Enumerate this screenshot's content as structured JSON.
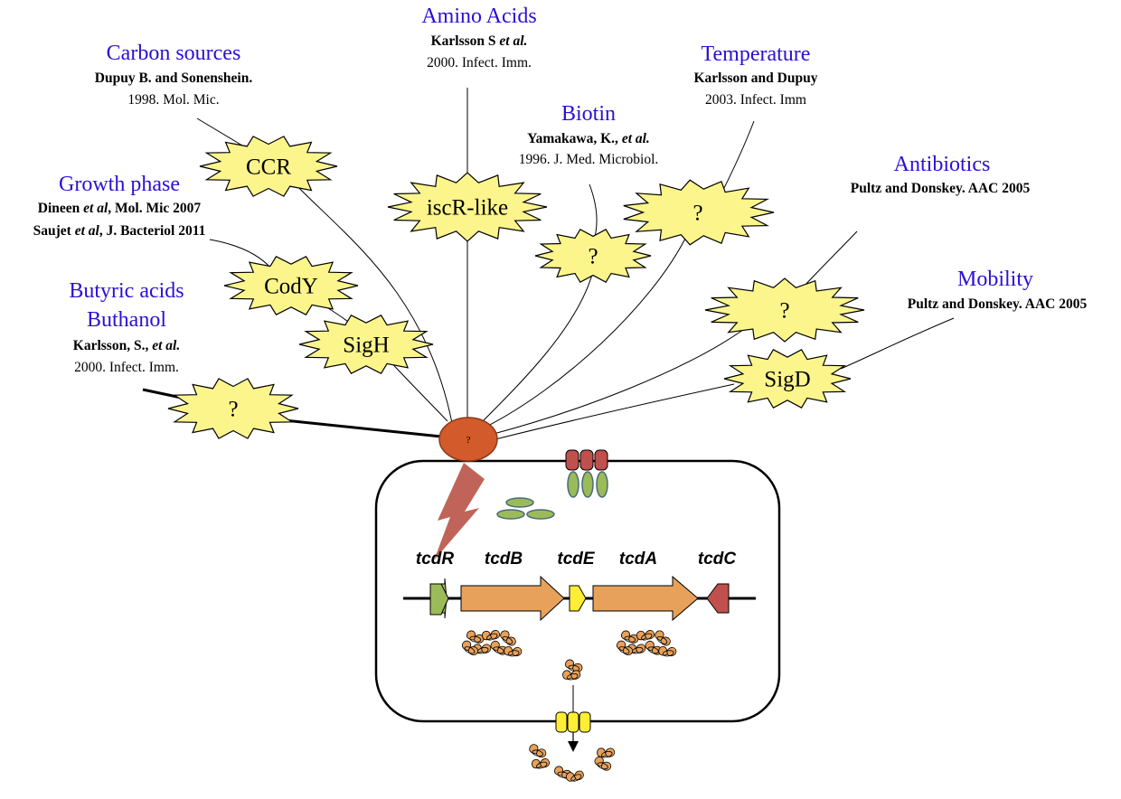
{
  "factors": {
    "amino_acids": {
      "title": "Amino Acids",
      "ref_bold": "Karlsson S ",
      "ref_italic": "et al.",
      "ref_line2": "2000. Infect. Imm."
    },
    "carbon_sources": {
      "title": "Carbon sources",
      "ref_bold": "Dupuy B. and Sonenshein",
      "ref_tail": ".",
      "ref_line2": "1998. Mol. Mic."
    },
    "temperature": {
      "title": "Temperature",
      "ref_bold": "Karlsson and Dupuy",
      "ref_line2": "2003. Infect. Imm"
    },
    "biotin": {
      "title": "Biotin",
      "ref_bold": "Yamakawa, K., ",
      "ref_italic": "et al.",
      "ref_line2": "1996. J. Med. Microbiol."
    },
    "growth_phase": {
      "title": "Growth phase",
      "ref1_a": "Dineen ",
      "ref1_italic": "et al",
      "ref1_b": ", Mol. Mic 2007",
      "ref2_a": "Saujet ",
      "ref2_italic": "et al",
      "ref2_b": ", J. Bacteriol 2011"
    },
    "antibiotics": {
      "title": "Antibiotics",
      "ref_bold": "Pultz and Donskey. AAC 2005"
    },
    "mobility": {
      "title": "Mobility",
      "ref_bold": "Pultz and Donskey. AAC 2005"
    },
    "butyric": {
      "title1": "Butyric acids",
      "title2": "Buthanol",
      "ref_bold": "Karlsson, S., ",
      "ref_italic": "et al.",
      "ref_line2": "2000. Infect. Imm."
    }
  },
  "regulators": {
    "ccr": "CCR",
    "iscr": "iscR-like",
    "biotin_unknown": "?",
    "temperature_unknown": "?",
    "cody": "CodY",
    "sigh": "SigH",
    "butyric_unknown": "?",
    "antibiotics_unknown": "?",
    "sigd": "SigD",
    "receptor": "?"
  },
  "genes": [
    "tcdR",
    "tcdB",
    "tcdE",
    "tcdA",
    "tcdC"
  ],
  "colors": {
    "factor_text": "#2a10d6",
    "burst_fill": "#fbf58c",
    "receptor_fill": "#d35a2b",
    "lightning": "#c0645a",
    "tcdR": "#9bbb59",
    "tcdB": "#e8a15a",
    "tcdE": "#ffee33",
    "tcdA": "#e8a15a",
    "tcdC": "#c0504d",
    "porin_fill": "#ffee33",
    "channel_red": "#c0504d",
    "channel_green": "#9bbb59"
  },
  "icons": [
    "burst-shape",
    "lightning-bolt",
    "membrane-receptor",
    "gene-arrow",
    "toxin-protein",
    "secretion-pore"
  ]
}
